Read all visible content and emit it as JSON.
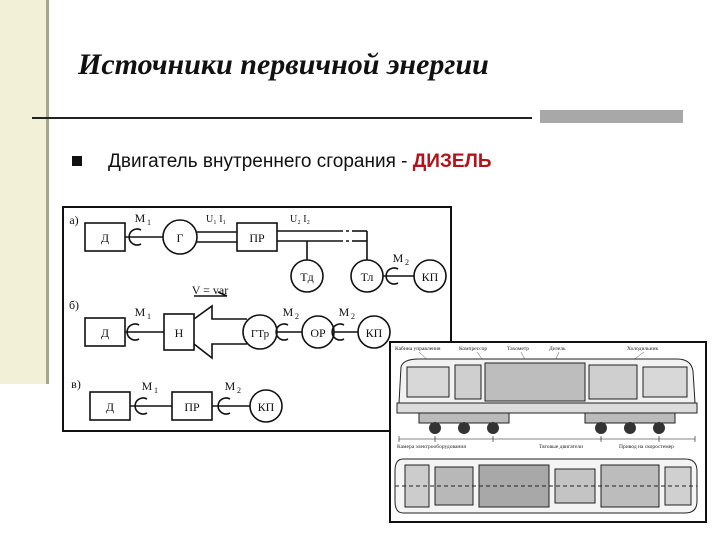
{
  "slide": {
    "title": "Источники первичной энергии",
    "bullet": {
      "text": "Двигатель внутреннего сгорания - ",
      "highlight": "ДИЗЕЛЬ",
      "icon": "square-bullet-icon"
    }
  },
  "scheme": {
    "a": {
      "label": "а)",
      "boxes": {
        "d": "Д",
        "g": "Г",
        "pr": "ПР"
      },
      "circles": {
        "td": "Тд",
        "tl": "Тл",
        "kp": "КП"
      },
      "m1": "M",
      "m1_sub": "1",
      "m2": "M",
      "m2_sub": "2",
      "ui1": "U₁ I₁",
      "ui2": "U₂ I₂"
    },
    "b": {
      "label": "б)",
      "v_label": "V = var",
      "boxes": {
        "d": "Д",
        "n": "Н"
      },
      "circles": {
        "gtr": "ГТр",
        "or": "ОР",
        "kp": "КП"
      },
      "m1": "M",
      "m1_sub": "1",
      "m2a": "M",
      "m2a_sub": "2",
      "m2b": "M",
      "m2b_sub": "2"
    },
    "c": {
      "label": "в)",
      "boxes": {
        "d": "Д",
        "pr": "ПР"
      },
      "circles": {
        "kp": "КП"
      },
      "m1": "M",
      "m1_sub": "1",
      "m2": "M",
      "m2_sub": "2"
    }
  },
  "locomotive": {
    "top_labels": [
      "Кабина управления",
      "Компрессор",
      "Тахометр",
      "Дизель",
      "Холодильник"
    ],
    "mid_labels": [
      "Камера электрооборудования",
      "Тяговые двигатели",
      "Привод на скоростемер"
    ]
  }
}
